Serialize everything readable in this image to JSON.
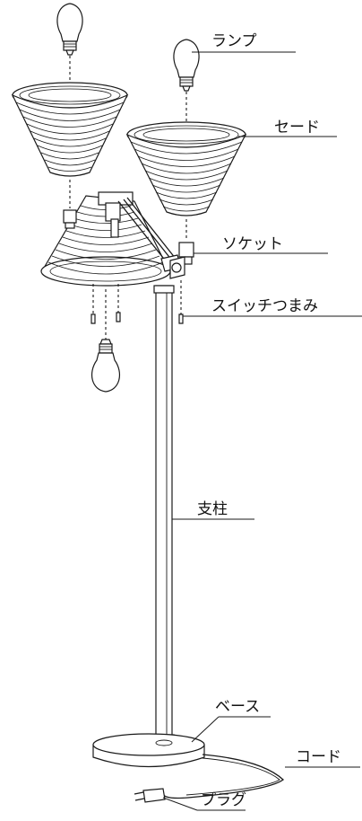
{
  "labels": {
    "lamp": "ランプ",
    "shade": "セード",
    "socket": "ソケット",
    "switch_knob": "スイッチつまみ",
    "pole": "支柱",
    "base": "ベース",
    "cord": "コード",
    "plug": "プラグ"
  }
}
